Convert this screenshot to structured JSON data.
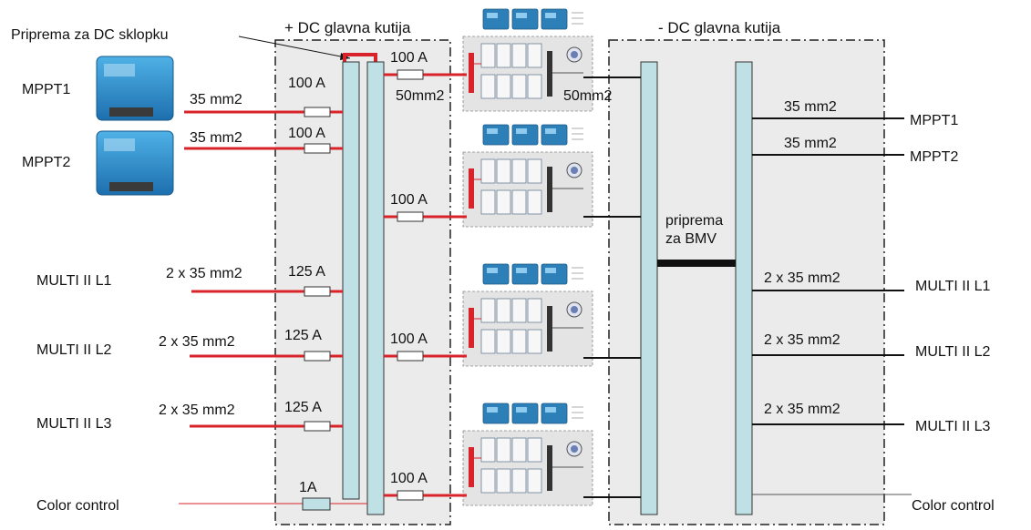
{
  "title_plus": "+ DC glavna kutija",
  "title_minus": "- DC glavna kutija",
  "dc_switch_prep": "Priprema za DC sklopku",
  "bmv_prep": [
    "priprema",
    "za BMV"
  ],
  "left": {
    "mppt1": "MPPT1",
    "mppt2": "MPPT2",
    "multi_l1": "MULTI II L1",
    "multi_l2": "MULTI II L2",
    "multi_l3": "MULTI II L3",
    "color_control": "Color control",
    "cable_35": "35 mm2",
    "cable_2x35": "2 x 35 mm2",
    "fuse_100": "100 A",
    "fuse_125": "125 A",
    "fuse_1": "1A"
  },
  "battery": {
    "fuse_100": "100 A",
    "cable_50_left": "50mm2",
    "cable_50_right": "50mm2"
  },
  "right": {
    "mppt1": "MPPT1",
    "mppt2": "MPPT2",
    "multi_l1": "MULTI II L1",
    "multi_l2": "MULTI II L2",
    "multi_l3": "MULTI II L3",
    "color_control": "Color control",
    "cable_35": "35 mm2",
    "cable_2x35": "2 x 35 mm2"
  },
  "colors": {
    "positive": "#d9232a",
    "negative": "#111111",
    "busbar": "#bfe0e4",
    "box": "#ebebeb",
    "device": "#2d8ccb"
  }
}
